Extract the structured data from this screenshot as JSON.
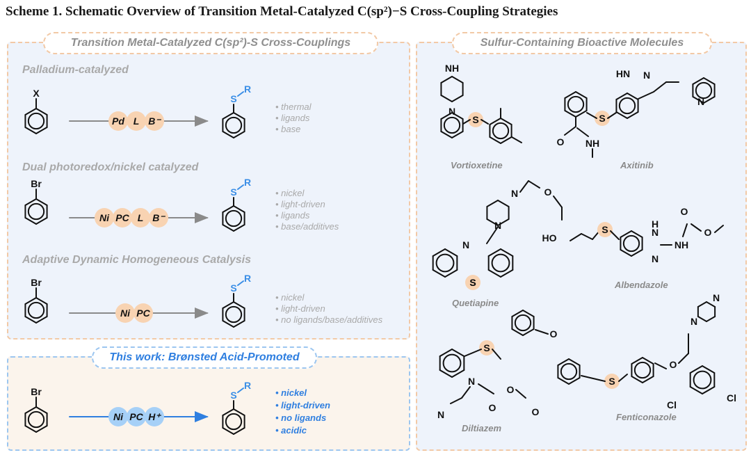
{
  "caption": "Scheme 1. Schematic Overview of Transition Metal-Catalyzed C(sp²)−S Cross-Coupling Strategies",
  "left_panel": {
    "title": "Transition Metal-Catalyzed C(sp²)-S Cross-Couplings",
    "sections": [
      {
        "title": "Palladium-catalyzed",
        "halide": "X",
        "catalysts": [
          "Pd",
          "L",
          "B⁻"
        ],
        "conditions": [
          "thermal",
          "ligands",
          "base"
        ]
      },
      {
        "title": "Dual photoredox/nickel catalyzed",
        "halide": "Br",
        "catalysts": [
          "Ni",
          "PC",
          "L",
          "B⁻"
        ],
        "conditions": [
          "nickel",
          "light-driven",
          "ligands",
          "base/additives"
        ]
      },
      {
        "title": "Adaptive Dynamic Homogeneous Catalysis",
        "halide": "Br",
        "catalysts": [
          "Ni",
          "PC"
        ],
        "conditions": [
          "nickel",
          "light-driven",
          "no ligands/base/additives"
        ]
      }
    ]
  },
  "this_work": {
    "title": "This work: Brønsted Acid-Promoted",
    "halide": "Br",
    "catalysts": [
      "Ni",
      "PC",
      "H⁺"
    ],
    "conditions": [
      "nickel",
      "light-driven",
      "no ligands",
      "acidic"
    ]
  },
  "product": {
    "s": "S",
    "r": "R"
  },
  "right_panel": {
    "title": "Sulfur-Containing Bioactive Molecules",
    "molecules": [
      "Vortioxetine",
      "Axitinib",
      "Quetiapine",
      "Albendazole",
      "Diltiazem",
      "Fenticonazole"
    ]
  },
  "atoms": {
    "S": "S",
    "N": "N",
    "O": "O",
    "H": "H",
    "NH": "NH",
    "HN": "HN",
    "HO": "HO",
    "Cl": "Cl"
  },
  "colors": {
    "orange": "#f8d3b2",
    "blue": "#a6d0f7",
    "arrow_gray": "#8a8a8a",
    "arrow_blue": "#2f7fe0",
    "accent_blue": "#3a8ee6"
  }
}
